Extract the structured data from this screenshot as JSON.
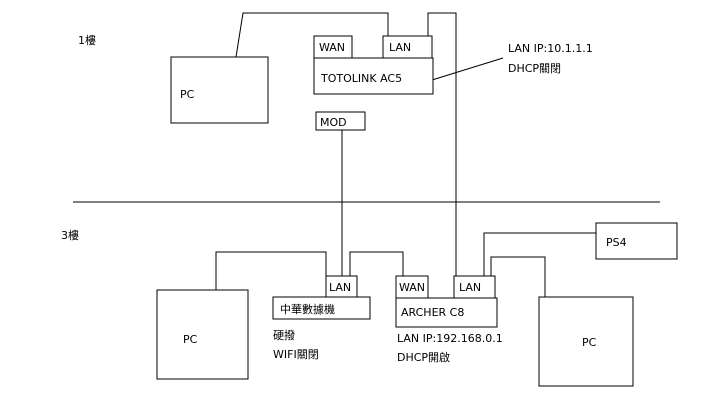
{
  "floors": {
    "first": "1樓",
    "third": "3樓"
  },
  "first_floor": {
    "pc": "PC",
    "router": {
      "name": "TOTOLINK AC5",
      "wan": "WAN",
      "lan": "LAN"
    },
    "router_note": [
      "LAN IP:10.1.1.1",
      "DHCP關閉"
    ],
    "modem": "MOD"
  },
  "third_floor": {
    "pc_left": "PC",
    "cht_modem": {
      "name": "中華數據機",
      "lan": "LAN"
    },
    "cht_note": [
      "硬撥",
      "WIFI關閉"
    ],
    "archer": {
      "name": "ARCHER C8",
      "wan": "WAN",
      "lan": "LAN"
    },
    "archer_note": [
      "LAN IP:192.168.0.1",
      "DHCP開啟"
    ],
    "ps4": "PS4",
    "pc_right": "PC"
  },
  "colors": {
    "line": "#000000",
    "background": "#ffffff"
  }
}
